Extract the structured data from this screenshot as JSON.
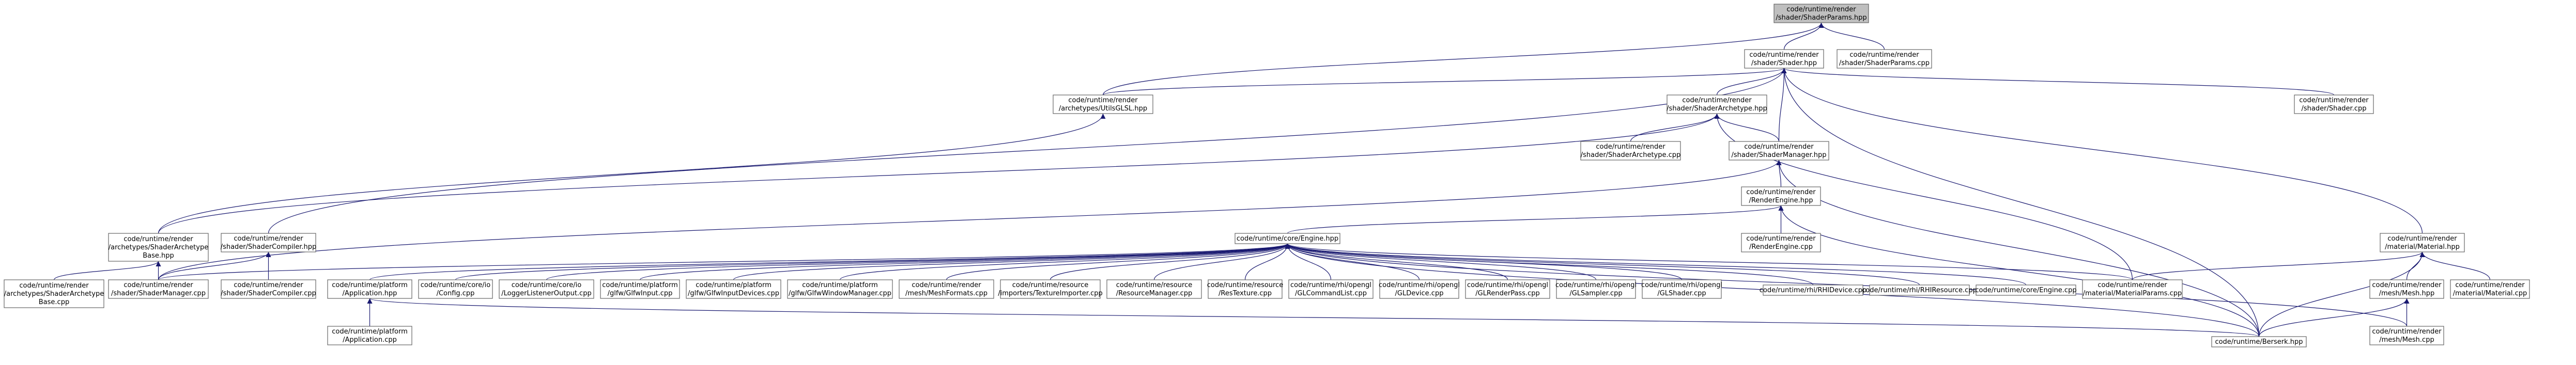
{
  "graph": {
    "nodes": [
      {
        "id": "shaderparams_hpp",
        "lines": [
          "code/runtime/render",
          "/shader/ShaderParams.hpp"
        ],
        "root": true
      },
      {
        "id": "shader_hpp",
        "lines": [
          "code/runtime/render",
          "/shader/Shader.hpp"
        ]
      },
      {
        "id": "shaderparams_cpp",
        "lines": [
          "code/runtime/render",
          "/shader/ShaderParams.cpp"
        ]
      },
      {
        "id": "utilsglsl_hpp",
        "lines": [
          "code/runtime/render",
          "/archetypes/UtilsGLSL.hpp"
        ]
      },
      {
        "id": "shaderarchetype_hpp",
        "lines": [
          "code/runtime/render",
          "/shader/ShaderArchetype.hpp"
        ]
      },
      {
        "id": "shader_cpp",
        "lines": [
          "code/runtime/render",
          "/shader/Shader.cpp"
        ]
      },
      {
        "id": "material_hpp",
        "lines": [
          "code/runtime/render",
          "/material/Material.hpp"
        ]
      },
      {
        "id": "shaderarchetype_cpp",
        "lines": [
          "code/runtime/render",
          "/shader/ShaderArchetype.cpp"
        ]
      },
      {
        "id": "shadermanager_hpp",
        "lines": [
          "code/runtime/render",
          "/shader/ShaderManager.hpp"
        ]
      },
      {
        "id": "renderengine_hpp",
        "lines": [
          "code/runtime/render",
          "/RenderEngine.hpp"
        ]
      },
      {
        "id": "renderengine_cpp",
        "lines": [
          "code/runtime/render",
          "/RenderEngine.cpp"
        ]
      },
      {
        "id": "archbase_hpp",
        "lines": [
          "code/runtime/render",
          "/archetypes/ShaderArchetype",
          "Base.hpp"
        ]
      },
      {
        "id": "shadercompiler_hpp",
        "lines": [
          "code/runtime/render",
          "/shader/ShaderCompiler.hpp"
        ]
      },
      {
        "id": "engine_hpp",
        "lines": [
          "code/runtime/core/Engine.hpp"
        ]
      },
      {
        "id": "archbase_cpp",
        "lines": [
          "code/runtime/render",
          "/archetypes/ShaderArchetype",
          "Base.cpp"
        ]
      },
      {
        "id": "shadermanager_cpp",
        "lines": [
          "code/runtime/render",
          "/shader/ShaderManager.cpp"
        ]
      },
      {
        "id": "shadercompiler_cpp",
        "lines": [
          "code/runtime/render",
          "/shader/ShaderCompiler.cpp"
        ]
      },
      {
        "id": "application_hpp",
        "lines": [
          "code/runtime/platform",
          "/Application.hpp"
        ]
      },
      {
        "id": "config_cpp",
        "lines": [
          "code/runtime/core/io",
          "/Config.cpp"
        ]
      },
      {
        "id": "loggerlistener_cpp",
        "lines": [
          "code/runtime/core/io",
          "/LoggerListenerOutput.cpp"
        ]
      },
      {
        "id": "glfwinput_cpp",
        "lines": [
          "code/runtime/platform",
          "/glfw/GlfwInput.cpp"
        ]
      },
      {
        "id": "glfwinputdevices_cpp",
        "lines": [
          "code/runtime/platform",
          "/glfw/GlfwInputDevices.cpp"
        ]
      },
      {
        "id": "glfwwindowmanager_cpp",
        "lines": [
          "code/runtime/platform",
          "/glfw/GlfwWindowManager.cpp"
        ]
      },
      {
        "id": "meshformats_cpp",
        "lines": [
          "code/runtime/render",
          "/mesh/MeshFormats.cpp"
        ]
      },
      {
        "id": "textureimporter_cpp",
        "lines": [
          "code/runtime/resource",
          "/importers/TextureImporter.cpp"
        ]
      },
      {
        "id": "resourcemanager_cpp",
        "lines": [
          "code/runtime/resource",
          "/ResourceManager.cpp"
        ]
      },
      {
        "id": "restexture_cpp",
        "lines": [
          "code/runtime/resource",
          "/ResTexture.cpp"
        ]
      },
      {
        "id": "glcommandlist_cpp",
        "lines": [
          "code/runtime/rhi/opengl",
          "/GLCommandList.cpp"
        ]
      },
      {
        "id": "gldevice_cpp",
        "lines": [
          "code/runtime/rhi/opengl",
          "/GLDevice.cpp"
        ]
      },
      {
        "id": "glrenderpass_cpp",
        "lines": [
          "code/runtime/rhi/opengl",
          "/GLRenderPass.cpp"
        ]
      },
      {
        "id": "glsampler_cpp",
        "lines": [
          "code/runtime/rhi/opengl",
          "/GLSampler.cpp"
        ]
      },
      {
        "id": "glshader_cpp",
        "lines": [
          "code/runtime/rhi/opengl",
          "/GLShader.cpp"
        ]
      },
      {
        "id": "rhidevice_cpp",
        "lines": [
          "code/runtime/rhi/RHIDevice.cpp"
        ]
      },
      {
        "id": "rhiresource_cpp",
        "lines": [
          "code/runtime/rhi/RHIResource.cpp"
        ]
      },
      {
        "id": "engine_cpp",
        "lines": [
          "code/runtime/core/Engine.cpp"
        ]
      },
      {
        "id": "materialparams_cpp",
        "lines": [
          "code/runtime/render",
          "/material/MaterialParams.cpp"
        ]
      },
      {
        "id": "mesh_hpp",
        "lines": [
          "code/runtime/render",
          "/mesh/Mesh.hpp"
        ]
      },
      {
        "id": "material_cpp",
        "lines": [
          "code/runtime/render",
          "/material/Material.cpp"
        ]
      },
      {
        "id": "application_cpp",
        "lines": [
          "code/runtime/platform",
          "/Application.cpp"
        ]
      },
      {
        "id": "berserk_hpp",
        "lines": [
          "code/runtime/Berserk.hpp"
        ]
      },
      {
        "id": "mesh_cpp",
        "lines": [
          "code/runtime/render",
          "/mesh/Mesh.cpp"
        ]
      }
    ],
    "edges": [
      [
        "shader_hpp",
        "shaderparams_hpp"
      ],
      [
        "shaderparams_cpp",
        "shaderparams_hpp"
      ],
      [
        "utilsglsl_hpp",
        "shaderparams_hpp"
      ],
      [
        "utilsglsl_hpp",
        "shader_hpp"
      ],
      [
        "shaderarchetype_hpp",
        "shader_hpp"
      ],
      [
        "shadermanager_hpp",
        "shader_hpp"
      ],
      [
        "shader_cpp",
        "shader_hpp"
      ],
      [
        "material_hpp",
        "shader_hpp"
      ],
      [
        "berserk_hpp",
        "shader_hpp"
      ],
      [
        "shadercompiler_hpp",
        "shader_hpp"
      ],
      [
        "archbase_hpp",
        "utilsglsl_hpp"
      ],
      [
        "shaderarchetype_cpp",
        "shaderarchetype_hpp"
      ],
      [
        "shadermanager_hpp",
        "shaderarchetype_hpp"
      ],
      [
        "archbase_hpp",
        "shaderarchetype_hpp"
      ],
      [
        "materialparams_cpp",
        "shaderarchetype_hpp"
      ],
      [
        "renderengine_hpp",
        "shadermanager_hpp"
      ],
      [
        "shadermanager_cpp",
        "shadermanager_hpp"
      ],
      [
        "berserk_hpp",
        "shadermanager_hpp"
      ],
      [
        "engine_hpp",
        "renderengine_hpp"
      ],
      [
        "renderengine_cpp",
        "renderengine_hpp"
      ],
      [
        "berserk_hpp",
        "renderengine_hpp"
      ],
      [
        "archbase_cpp",
        "archbase_hpp"
      ],
      [
        "shadermanager_cpp",
        "archbase_hpp"
      ],
      [
        "shadermanager_cpp",
        "shadercompiler_hpp"
      ],
      [
        "shadercompiler_cpp",
        "shadercompiler_hpp"
      ],
      [
        "shadermanager_cpp",
        "engine_hpp"
      ],
      [
        "application_hpp",
        "engine_hpp"
      ],
      [
        "config_cpp",
        "engine_hpp"
      ],
      [
        "loggerlistener_cpp",
        "engine_hpp"
      ],
      [
        "glfwinput_cpp",
        "engine_hpp"
      ],
      [
        "glfwinputdevices_cpp",
        "engine_hpp"
      ],
      [
        "glfwwindowmanager_cpp",
        "engine_hpp"
      ],
      [
        "meshformats_cpp",
        "engine_hpp"
      ],
      [
        "textureimporter_cpp",
        "engine_hpp"
      ],
      [
        "resourcemanager_cpp",
        "engine_hpp"
      ],
      [
        "restexture_cpp",
        "engine_hpp"
      ],
      [
        "glcommandlist_cpp",
        "engine_hpp"
      ],
      [
        "gldevice_cpp",
        "engine_hpp"
      ],
      [
        "glrenderpass_cpp",
        "engine_hpp"
      ],
      [
        "glsampler_cpp",
        "engine_hpp"
      ],
      [
        "glshader_cpp",
        "engine_hpp"
      ],
      [
        "rhidevice_cpp",
        "engine_hpp"
      ],
      [
        "rhiresource_cpp",
        "engine_hpp"
      ],
      [
        "engine_cpp",
        "engine_hpp"
      ],
      [
        "materialparams_cpp",
        "engine_hpp"
      ],
      [
        "mesh_cpp",
        "engine_hpp"
      ],
      [
        "berserk_hpp",
        "engine_hpp"
      ],
      [
        "application_cpp",
        "application_hpp"
      ],
      [
        "berserk_hpp",
        "application_hpp"
      ],
      [
        "materialparams_cpp",
        "material_hpp"
      ],
      [
        "mesh_hpp",
        "material_hpp"
      ],
      [
        "material_cpp",
        "material_hpp"
      ],
      [
        "berserk_hpp",
        "material_hpp"
      ],
      [
        "berserk_hpp",
        "mesh_hpp"
      ],
      [
        "mesh_cpp",
        "mesh_hpp"
      ]
    ]
  }
}
